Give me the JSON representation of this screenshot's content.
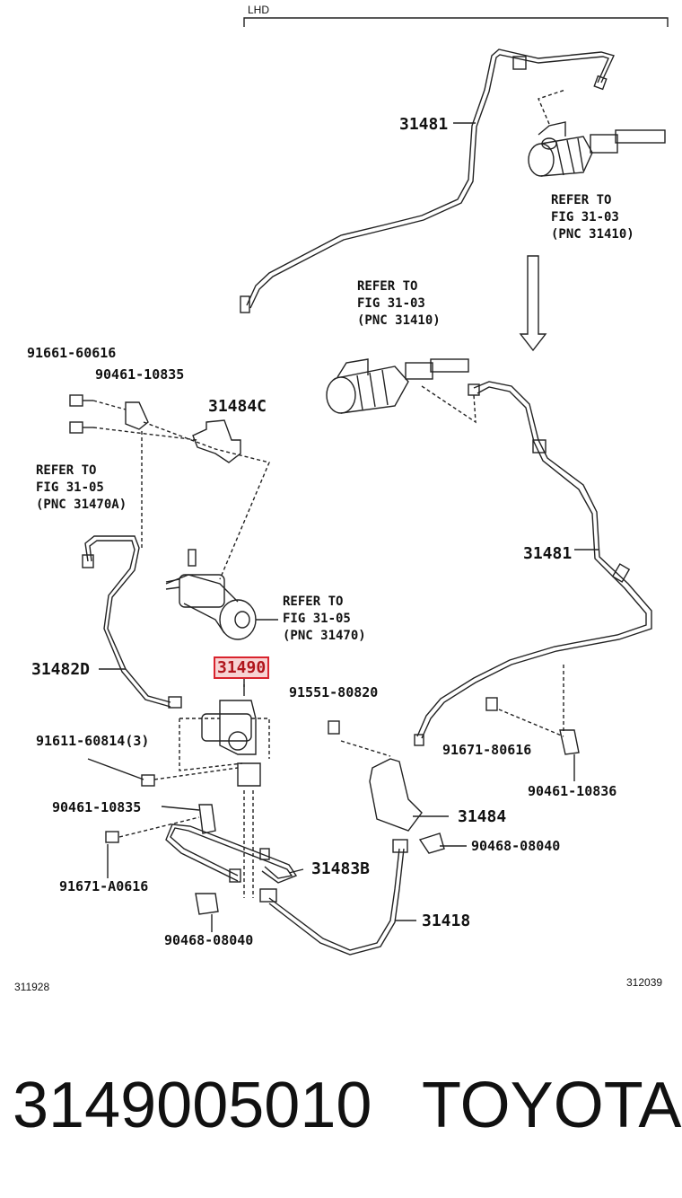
{
  "header": {
    "lhd": "LHD"
  },
  "labels": {
    "p31481_top": "31481",
    "ref_top": "REFER TO\nFIG 31-03\n(PNC 31410)",
    "ref_mid": "REFER TO\nFIG 31-03\n(PNC 31410)",
    "p91661": "91661-60616",
    "p90461a": "90461-10835",
    "p31484C": "31484C",
    "ref_left": "REFER TO\nFIG 31-05\n(PNC 31470A)",
    "p31481_right": "31481",
    "ref_cyl": "REFER TO\nFIG 31-05\n(PNC 31470)",
    "p31482D": "31482D",
    "p31490": "31490",
    "p91551": "91551-80820",
    "p91611": "91611-60814(3)",
    "p91671a": "91671-80616",
    "p90461b": "90461-10836",
    "p90461c": "90461-10835",
    "p31484": "31484",
    "p90468a": "90468-08040",
    "p31483B": "31483B",
    "p91671b": "91671-A0616",
    "p31418": "31418",
    "p90468b": "90468-08040"
  },
  "codes": {
    "left": "311928",
    "right": "312039"
  },
  "footer": {
    "part_number": "3149005010",
    "brand": "TOYOTA"
  },
  "colors": {
    "line": "#222222",
    "highlight": "#d9232d"
  }
}
